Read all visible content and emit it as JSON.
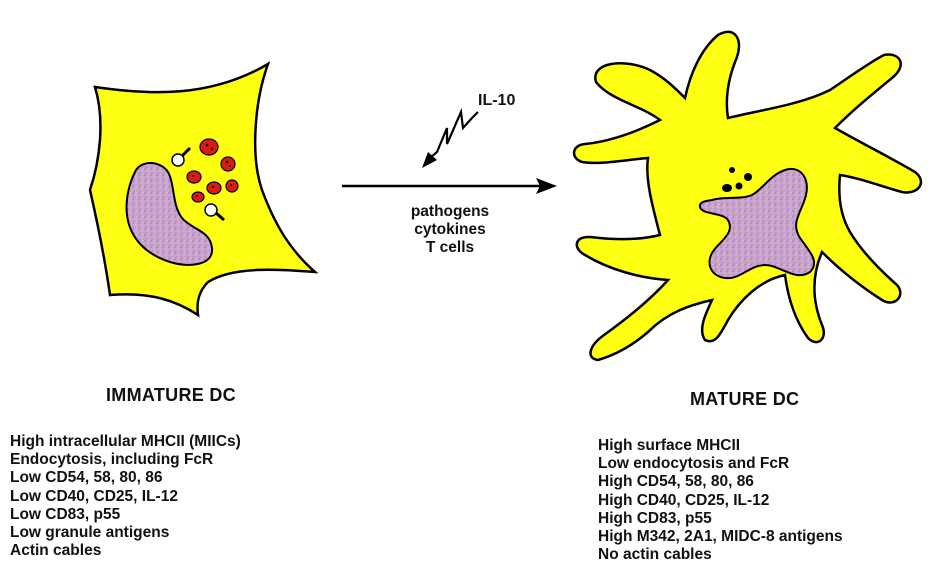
{
  "immature": {
    "title": "IMMATURE DC",
    "properties": [
      "High intracellular MHCII (MIICs)",
      "Endocytosis, including FcR",
      "Low CD54, 58, 80, 86",
      "Low CD40, CD25, IL-12",
      "Low CD83, p55",
      "Low granule antigens",
      "Actin cables"
    ]
  },
  "mature": {
    "title": "MATURE DC",
    "properties": [
      "High surface MHCII",
      "Low  endocytosis and FcR",
      "High CD54, 58, 80, 86",
      "High CD40, CD25, IL-12",
      "High CD83, p55",
      "High M342, 2A1, MIDC-8 antigens",
      "No actin cables"
    ]
  },
  "signal": {
    "label": "IL-10"
  },
  "arrow": {
    "labels": [
      "pathogens",
      "cytokines",
      "T cells"
    ]
  },
  "colors": {
    "cell_fill": "#ffff14",
    "nucleus_fill": "#c8a0c8",
    "vesicle_fill": "#dd1a10",
    "outline": "#000000"
  }
}
